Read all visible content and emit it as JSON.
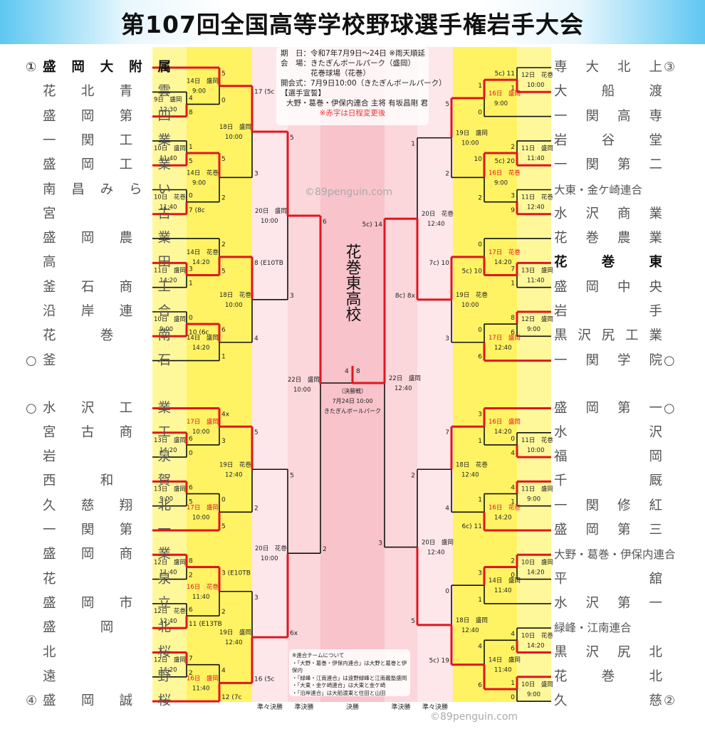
{
  "title": "第107回全国高等学校野球選手権岩手大会",
  "info": {
    "period": "期　日：令和7年7月9日～24日 ※雨天順延",
    "venue1": "会　場：きたぎんボールパーク（盛岡）",
    "venue2": "　　　　花巻球場（花巻）",
    "opening": "開会式：7月9日10:00（きたぎんボールパーク）",
    "oath_head": "【選手宣誓】",
    "oath": "大野・葛巻・伊保内連合 主将 有坂昌剛 君",
    "red_note": "※赤字は日程変更後"
  },
  "champion": "花巻東高校",
  "final": {
    "label": "（決勝戦）",
    "date": "7月24日 10:00",
    "venue": "きたぎんボールパーク"
  },
  "watermark": "©89penguin.com",
  "notes": {
    "head": "※連合チームについて",
    "n1": "・「大野・葛巻・伊保内連合」は大野と葛巻と伊保内",
    "n2": "・「緑峰・江南連合」は遠野緑峰と江南義塾盛岡",
    "n3": "・「大東・金ケ崎連合」は大東と金ケ崎",
    "n4": "・「沿岸連合」は大船渡東と住田と山田"
  },
  "rounds": [
    "準々決勝",
    "準決勝",
    "決勝",
    "準決勝",
    "準々決勝"
  ],
  "left_teams": [
    "盛岡大附属",
    "花北青雲",
    "盛岡第四",
    "一関工業",
    "盛岡工業",
    "南昌みらい",
    "宮古",
    "盛岡農業",
    "高田",
    "釜石商工",
    "沿岸連合",
    "花巻南",
    "釜石",
    "水沢工業",
    "宮古商工",
    "岩泉",
    "西和賀",
    "久慈翔北",
    "一関第一",
    "盛岡商業",
    "花泉",
    "盛岡市立",
    "盛岡北",
    "北桜",
    "遠野",
    "盛岡誠桜"
  ],
  "left_marks": [
    "①",
    "",
    "",
    "",
    "",
    "",
    "",
    "",
    "",
    "",
    "",
    "",
    "○",
    "○",
    "",
    "",
    "",
    "",
    "",
    "",
    "",
    "",
    "",
    "",
    "",
    "④"
  ],
  "right_teams": [
    "専大北上",
    "大船渡",
    "一関高専",
    "岩谷堂",
    "一関第二",
    "大東・金ケ崎連合",
    "水沢商業",
    "花巻農業",
    "花巻東",
    "盛岡中央",
    "岩手",
    "黒沢尻工業",
    "一関学院",
    "盛岡第一",
    "水沢",
    "福岡",
    "千厩",
    "一関修紅",
    "盛岡第三",
    "大野・葛巻・伊保内連合",
    "平舘",
    "水沢第一",
    "緑峰・江南連合",
    "黒沢尻北",
    "花巻北",
    "久慈"
  ],
  "right_marks": [
    "③",
    "",
    "",
    "",
    "",
    "",
    "",
    "",
    "",
    "",
    "",
    "",
    "○",
    "○",
    "",
    "",
    "",
    "",
    "",
    "",
    "",
    "",
    "",
    "",
    "",
    "②"
  ],
  "games": {
    "L1": {
      "d": "9日　盛岡",
      "t": "12:30",
      "a": "4",
      "b": "8"
    },
    "L2": {
      "d": "14日　盛岡",
      "t": "9:00",
      "a": "5",
      "b": "0"
    },
    "L3": {
      "d": "10日　盛岡",
      "t": "11:40",
      "a": "1",
      "b": "5"
    },
    "L4": {
      "d": "10日　花巻",
      "t": "11:40",
      "a": "0",
      "b": "7 (8c"
    },
    "L5": {
      "d": "14日　花巻",
      "t": "9:00",
      "a": "5",
      "b": "2"
    },
    "L6": {
      "d": "18日　盛岡",
      "t": "10:00",
      "a": "17 (5c",
      "b": "3"
    },
    "L7": {
      "d": "11日　盛岡",
      "t": "14:20",
      "a": "3",
      "b": "1"
    },
    "L8": {
      "d": "14日　花巻",
      "t": "14:20",
      "a": "2",
      "b": "5"
    },
    "L9": {
      "d": "10日　盛岡",
      "t": "9:00",
      "a": "0",
      "b": "10 (6c"
    },
    "L10": {
      "d": "14日　盛岡",
      "t": "14:20",
      "a": "6",
      "b": "1"
    },
    "L11": {
      "d": "18日　花巻",
      "t": "10:00",
      "a": "8 (E10TB",
      "b": "4"
    },
    "L12": {
      "d": "20日　盛岡",
      "t": "10:00",
      "a": "5",
      "b": "3"
    },
    "L13": {
      "d": "13日　盛岡",
      "t": "14:20",
      "a": "6",
      "b": "0"
    },
    "L14": {
      "d": "17日　盛岡",
      "t": "10:00",
      "a": "4x",
      "b": "3"
    },
    "L15": {
      "d": "13日　盛岡",
      "t": "9:00",
      "a": "6",
      "b": "5"
    },
    "L16": {
      "d": "17日　盛岡",
      "t": "10:00",
      "a": "0",
      "b": "5"
    },
    "L17": {
      "d": "19日　花巻",
      "t": "12:40",
      "a": "5",
      "b": "2"
    },
    "L18": {
      "d": "12日　盛岡",
      "t": "11:40",
      "a": "8",
      "b": "2"
    },
    "L19": {
      "d": "12日　花巻",
      "t": "12:40",
      "a": "6",
      "b": "11 (E13TB"
    },
    "L20": {
      "d": "16日　花巻",
      "t": "11:40",
      "a": "3 (E10TB",
      "b": "2"
    },
    "L21": {
      "d": "12日　盛岡",
      "t": "14:20",
      "a": "7",
      "b": "2"
    },
    "L22": {
      "d": "16日　盛岡",
      "t": "11:40",
      "a": "4",
      "b": "12 (7c"
    },
    "L23": {
      "d": "19日　盛岡",
      "t": "12:40",
      "a": "3",
      "b": "16 (5c"
    },
    "L24": {
      "d": "20日　花巻",
      "t": "10:00",
      "a": "5",
      "b": "6x"
    },
    "LS": {
      "d": "22日　盛岡",
      "t": "10:00",
      "a": "6",
      "b": "2"
    },
    "R1": {
      "d": "12日　花巻",
      "t": "10:00",
      "a": "5c) 11",
      "b": "1"
    },
    "R2": {
      "d": "16日　盛岡",
      "t": "9:00",
      "a": "1",
      "b": "0"
    },
    "R3": {
      "d": "11日　盛岡",
      "t": "11:40",
      "a": "2",
      "b": "5c) 20"
    },
    "R4": {
      "d": "11日　花巻",
      "t": "12:40",
      "a": "3",
      "b": "9"
    },
    "R5": {
      "d": "16日　花巻",
      "t": "9:00",
      "a": "10",
      "b": "2"
    },
    "R6": {
      "d": "19日　盛岡",
      "t": "10:00",
      "a": "5",
      "b": "2"
    },
    "R7": {
      "d": "13日　盛岡",
      "t": "11:40",
      "a": "7",
      "b": "1"
    },
    "R8": {
      "d": "17日　花巻",
      "t": "14:20",
      "a": "0",
      "b": "5c) 10"
    },
    "R9": {
      "d": "12日　盛岡",
      "t": "9:00",
      "a": "8",
      "b": "6"
    },
    "R10": {
      "d": "17日　盛岡",
      "t": "12:40",
      "a": "0",
      "b": "6"
    },
    "R11": {
      "d": "19日　花巻",
      "t": "10:00",
      "a": "7c) 10",
      "b": "3"
    },
    "R12": {
      "d": "20日　花巻",
      "t": "12:40",
      "a": "1",
      "b": "8c) 8x"
    },
    "R13": {
      "d": "11日　花巻",
      "t": "10:00",
      "a": "0",
      "b": "4"
    },
    "R14": {
      "d": "16日　盛岡",
      "t": "14:20",
      "a": "3",
      "b": "1"
    },
    "R15": {
      "d": "11日　盛岡",
      "t": "9:00",
      "a": "4",
      "b": "1"
    },
    "R16": {
      "d": "16日　花巻",
      "t": "14:20",
      "a": "1",
      "b": "6c) 11"
    },
    "R17": {
      "d": "18日　花巻",
      "t": "12:40",
      "a": "7",
      "b": "4"
    },
    "R18": {
      "d": "10日　盛岡",
      "t": "14:20",
      "a": "2",
      "b": "0"
    },
    "R19": {
      "d": "14日　盛岡",
      "t": "11:40",
      "a": "3",
      "b": "1"
    },
    "R20": {
      "d": "10日　花巻",
      "t": "14:20",
      "a": "4",
      "b": "6"
    },
    "R21": {
      "d": "10日　盛岡",
      "t": "9:00",
      "a": "1",
      "b": "0"
    },
    "R22": {
      "d": "14日　盛岡",
      "t": "11:40",
      "a": "4",
      "b": "6"
    },
    "R23": {
      "d": "18日　盛岡",
      "t": "12:40",
      "a": "0",
      "b": "5c) 19"
    },
    "R24": {
      "d": "20日　盛岡",
      "t": "12:40",
      "a": "2",
      "b": "5"
    },
    "RS": {
      "d": "22日　盛岡",
      "t": "12:40",
      "a": "5c) 14",
      "b": "3"
    },
    "F": {
      "a": "4",
      "b": "8"
    }
  }
}
